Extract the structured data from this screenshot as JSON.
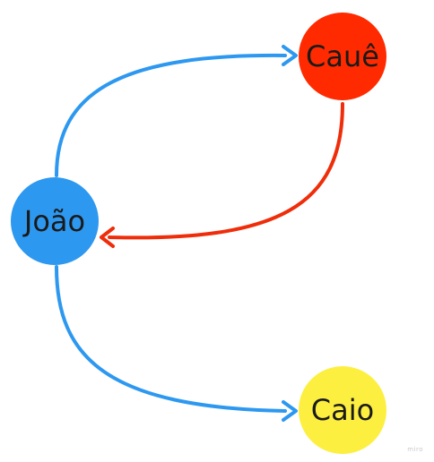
{
  "nodes": {
    "joao": {
      "label": "João",
      "color": "#2d98f0"
    },
    "caue": {
      "label": "Cauê",
      "color": "#ff2a00"
    },
    "caio": {
      "label": "Caio",
      "color": "#fdef40"
    }
  },
  "edges": [
    {
      "from": "João",
      "to": "Cauê",
      "color": "#2d98f0"
    },
    {
      "from": "Cauê",
      "to": "João",
      "color": "#ef2d0a"
    },
    {
      "from": "João",
      "to": "Caio",
      "color": "#2d98f0"
    }
  ],
  "watermark": "miro"
}
